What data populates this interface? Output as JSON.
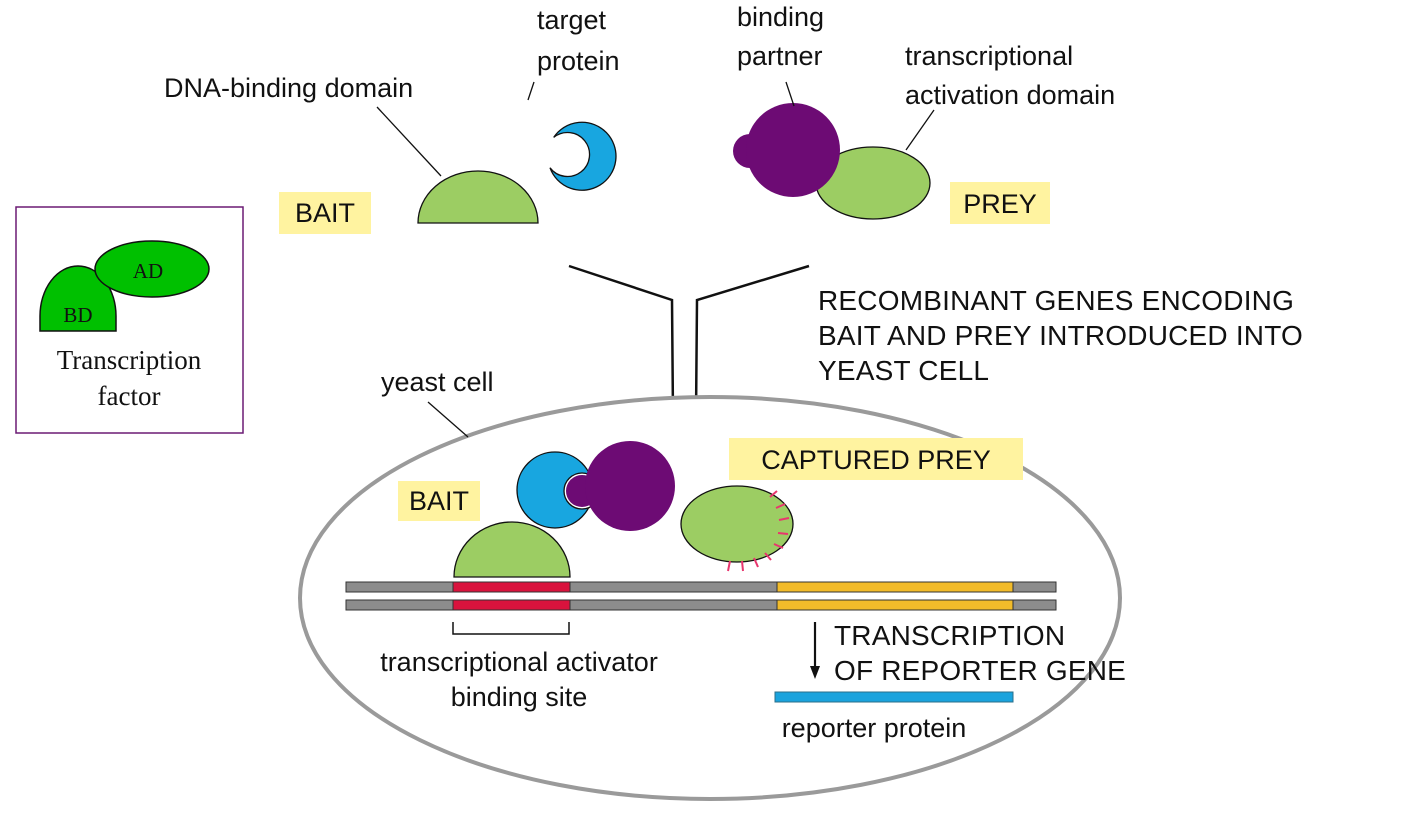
{
  "inset": {
    "ad_label": "AD",
    "bd_label": "BD",
    "caption_line1": "Transcription",
    "caption_line2": "factor"
  },
  "top": {
    "dna_binding_domain": "DNA-binding domain",
    "target_protein_line1": "target",
    "target_protein_line2": "protein",
    "binding_partner_line1": "binding",
    "binding_partner_line2": "partner",
    "activation_domain_line1": "transcriptional",
    "activation_domain_line2": "activation domain",
    "bait_tag": "BAIT",
    "prey_tag": "PREY"
  },
  "step": {
    "line1": "RECOMBINANT GENES ENCODING",
    "line2": "BAIT AND PREY INTRODUCED INTO",
    "line3": "YEAST CELL"
  },
  "cell": {
    "yeast_cell_label": "yeast cell",
    "bait_tag": "BAIT",
    "captured_prey_tag": "CAPTURED PREY",
    "binding_site_line1": "transcriptional activator",
    "binding_site_line2": "binding site",
    "transcription_line1": "TRANSCRIPTION",
    "transcription_line2": "OF REPORTER GENE",
    "reporter_protein": "reporter protein"
  },
  "colors": {
    "domain_green": "#9ccd63",
    "inset_green": "#00c000",
    "target_blue": "#18a6e0",
    "partner_purple": "#6d0b74",
    "tag_yellow": "#fff3a0",
    "dna_gray": "#8c8c8c",
    "binding_site_red": "#d9133d",
    "reporter_gene_gold": "#f2bb2a",
    "reporter_protein_blue": "#1aa3dd",
    "cell_outline": "#9a9a9a",
    "inset_border": "#6b1a74",
    "glow_pink": "#e8366e"
  }
}
